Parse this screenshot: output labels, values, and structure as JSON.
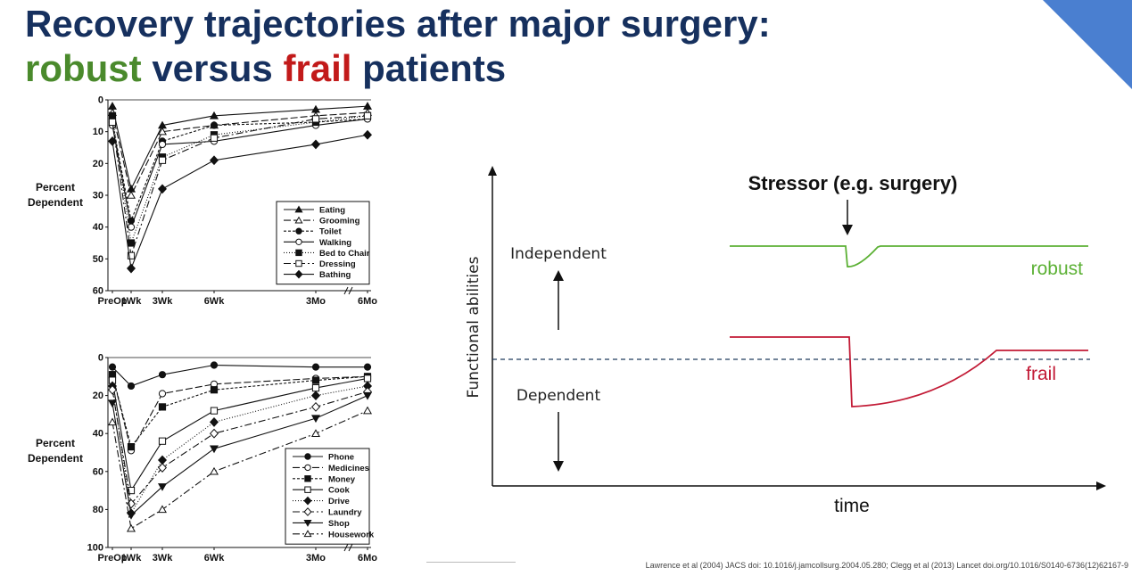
{
  "slide": {
    "title_line1": "Recovery trajectories after major surgery:",
    "title_word_robust": "robust",
    "title_word_versus": " versus ",
    "title_word_frail": "frail",
    "title_word_patients": " patients",
    "citation": "Lawrence et al (2004) JACS doi: 10.1016/j.jamcollsurg.2004.05.280; Clegg et al (2013) Lancet doi.org/10.1016/S0140-6736(12)62167-9",
    "colors": {
      "title": "#16305e",
      "robust": "#4a8a2c",
      "frail": "#c21a1a",
      "corner": "#4a7fd0"
    }
  },
  "chart_data": [
    {
      "type": "line",
      "ylabel": "Percent Dependent",
      "categories": [
        "PreOp",
        "1Wk",
        "3Wk",
        "6Wk",
        "3Mo",
        "6Mo"
      ],
      "yticks": [
        0,
        10,
        20,
        30,
        40,
        50,
        60
      ],
      "ylim": [
        0,
        60
      ],
      "y_inverted": true,
      "legend_position": "lower-right",
      "series": [
        {
          "name": "Eating",
          "marker": "triangle-filled",
          "dash": "",
          "values": [
            2,
            28,
            8,
            5,
            3,
            2
          ]
        },
        {
          "name": "Grooming",
          "marker": "triangle-open",
          "dash": "8,3",
          "values": [
            4,
            30,
            10,
            8,
            5,
            4
          ]
        },
        {
          "name": "Toilet",
          "marker": "circle-filled",
          "dash": "3,2",
          "values": [
            7,
            38,
            13,
            8,
            7,
            6
          ]
        },
        {
          "name": "Walking",
          "marker": "circle-open",
          "dash": "",
          "values": [
            8,
            40,
            14,
            13,
            8,
            6
          ]
        },
        {
          "name": "Bed to Chair",
          "marker": "square-filled",
          "dash": "1,2",
          "values": [
            5,
            45,
            18,
            11,
            7,
            5
          ]
        },
        {
          "name": "Dressing",
          "marker": "square-open",
          "dash": "8,3,2,3",
          "values": [
            7,
            49,
            19,
            12,
            6,
            5
          ]
        },
        {
          "name": "Bathing",
          "marker": "diamond-filled",
          "dash": "",
          "values": [
            13,
            53,
            28,
            19,
            14,
            11
          ]
        }
      ]
    },
    {
      "type": "line",
      "ylabel": "Percent Dependent",
      "categories": [
        "PreOp",
        "1Wk",
        "3Wk",
        "6Wk",
        "3Mo",
        "6Mo"
      ],
      "yticks": [
        0,
        20,
        40,
        60,
        80,
        100
      ],
      "ylim": [
        0,
        100
      ],
      "y_inverted": true,
      "legend_position": "lower-right",
      "series": [
        {
          "name": "Phone",
          "marker": "circle-filled",
          "dash": "",
          "values": [
            5,
            15,
            9,
            4,
            5,
            5
          ]
        },
        {
          "name": "Medicines",
          "marker": "circle-open",
          "dash": "8,3",
          "values": [
            9,
            49,
            19,
            14,
            11,
            10
          ]
        },
        {
          "name": "Money",
          "marker": "square-filled",
          "dash": "3,2",
          "values": [
            9,
            47,
            26,
            17,
            12,
            10
          ]
        },
        {
          "name": "Cook",
          "marker": "square-open",
          "dash": "",
          "values": [
            12,
            70,
            44,
            28,
            16,
            11
          ]
        },
        {
          "name": "Drive",
          "marker": "diamond-filled",
          "dash": "1,2",
          "values": [
            15,
            82,
            54,
            34,
            20,
            15
          ]
        },
        {
          "name": "Laundry",
          "marker": "diamond-open",
          "dash": "8,3,2,3",
          "values": [
            17,
            77,
            58,
            40,
            26,
            18
          ]
        },
        {
          "name": "Shop",
          "marker": "triangle-down-filled",
          "dash": "",
          "values": [
            24,
            83,
            68,
            48,
            32,
            20
          ]
        },
        {
          "name": "Housework",
          "marker": "triangle-open",
          "dash": "8,3,2,3",
          "values": [
            34,
            90,
            80,
            60,
            40,
            28
          ]
        }
      ]
    },
    {
      "type": "line",
      "ylabel": "Functional abilities",
      "xlabel": "time",
      "label_up": "Independent",
      "label_down": "Dependent",
      "annotation": "Stressor (e.g. surgery)",
      "threshold": {
        "style": "dashed"
      },
      "series": [
        {
          "name": "robust",
          "color": "#5cb135",
          "baseline": "high",
          "dip": "brief-shallow",
          "recovery": "full-rapid"
        },
        {
          "name": "frail",
          "color": "#c21a35",
          "baseline": "just-above-threshold",
          "dip": "deep",
          "recovery": "slow-to-baseline"
        }
      ]
    }
  ]
}
